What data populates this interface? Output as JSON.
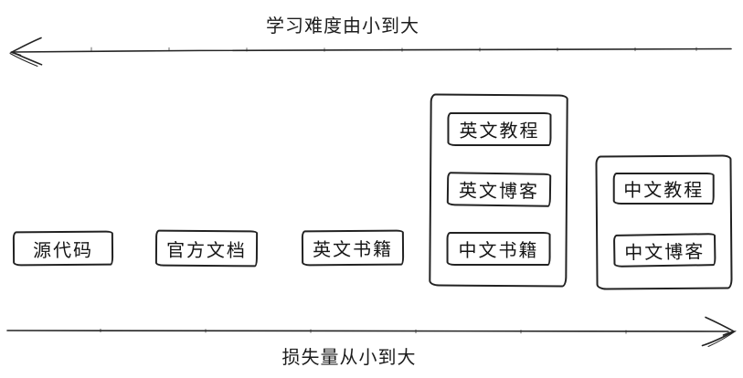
{
  "axes": {
    "top": {
      "label": "学习难度由小到大",
      "direction": "left"
    },
    "bottom": {
      "label": "损失量从小到大",
      "direction": "right"
    }
  },
  "standalone_boxes": [
    {
      "label": "源代码"
    },
    {
      "label": "官方文档"
    },
    {
      "label": "英文书籍"
    }
  ],
  "groups": [
    {
      "items": [
        {
          "label": "英文教程"
        },
        {
          "label": "英文博客"
        },
        {
          "label": "中文书籍"
        }
      ]
    },
    {
      "items": [
        {
          "label": "中文教程"
        },
        {
          "label": "中文博客"
        }
      ]
    }
  ],
  "colors": {
    "ink": "#222222",
    "background": "#ffffff"
  }
}
